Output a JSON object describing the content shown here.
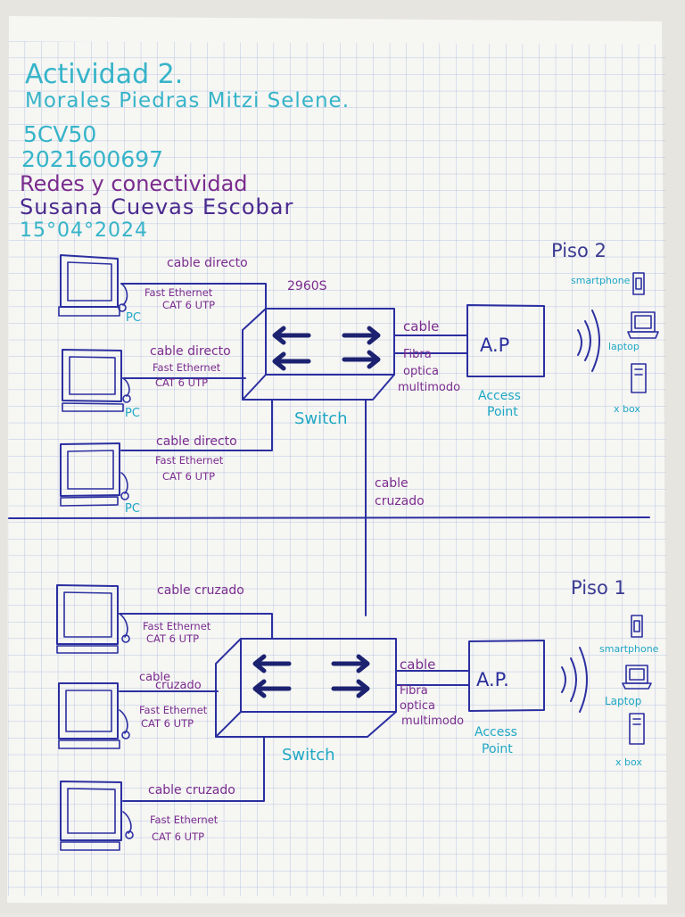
{
  "header": {
    "title": "Actividad 2.",
    "name": "Morales Piedras Mitzi Selene.",
    "group": "5CV50",
    "id": "2021600697",
    "subject": "Redes y conectividad",
    "teacher": "Susana Cuevas Escobar",
    "date": "15°04°2024"
  },
  "floor2": {
    "label": "Piso 2",
    "switch_model": "2960S",
    "switch_label": "Switch",
    "pcs": [
      {
        "cable": "cable directo",
        "type": "Fast Ethernet",
        "spec": "CAT 6 UTP",
        "label": "PC"
      },
      {
        "cable": "cable directo",
        "type": "Fast Ethernet",
        "spec": "CAT 6 UTP",
        "label": "PC"
      },
      {
        "cable": "cable directo",
        "type": "Fast Ethernet",
        "spec": "CAT 6 UTP",
        "label": "PC"
      }
    ],
    "uplink_cable": "cable",
    "fiber_line1": "Fibra",
    "fiber_line2": "optica",
    "fiber_line3": "multimodo",
    "ap_label": "A.P",
    "ap_caption1": "Access",
    "ap_caption2": "Point",
    "devices": [
      "smartphone",
      "laptop",
      "x box"
    ]
  },
  "trunk": {
    "line1": "cable",
    "line2": "cruzado"
  },
  "floor1": {
    "label": "Piso 1",
    "switch_label": "Switch",
    "pcs": [
      {
        "cable": "cable cruzado",
        "type": "Fast Ethernet",
        "spec": "CAT 6 UTP"
      },
      {
        "cable_line1": "cable",
        "cable_line2": "cruzado",
        "type": "Fast Ethernet",
        "spec": "CAT 6 UTP"
      },
      {
        "cable": "cable cruzado",
        "type": "Fast Ethernet",
        "spec": "CAT 6 UTP"
      }
    ],
    "uplink_cable": "cable",
    "fiber_line1": "Fibra",
    "fiber_line2": "optica",
    "fiber_line3": "multimodo",
    "ap_label": "A.P.",
    "ap_caption1": "Access",
    "ap_caption2": "Point",
    "devices": [
      "smartphone",
      "Laptop",
      "x box"
    ]
  },
  "colors": {
    "ink": "#2b2fa0",
    "cyan": "#1fa7c4",
    "purple": "#7a2c8e",
    "grid": "#b9c6e3",
    "paper": "#f6f6f3"
  }
}
